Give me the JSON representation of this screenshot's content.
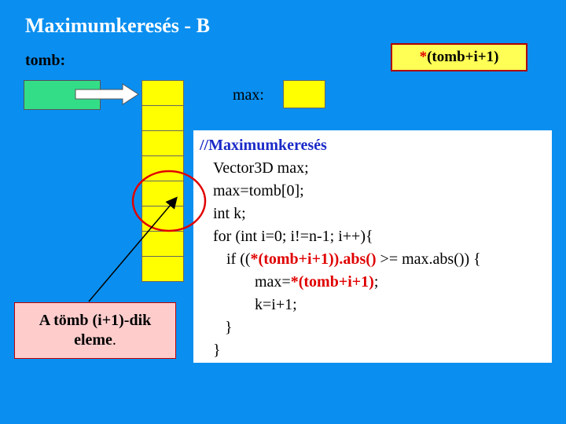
{
  "slide": {
    "title": "Maximumkeresés - B",
    "tomb_label": "tomb:",
    "max_label": "max:",
    "array_cell_count": 8,
    "expression_box": {
      "prefix": "*",
      "body": "(tomb+i+1)"
    },
    "code": {
      "comment": "//Maximumkeresés",
      "line1": "Vector3D max;",
      "line2": "max=tomb[0];",
      "line3": "int k;",
      "line4": "for (int i=0; i!=n-1; i++){",
      "line5_pre": "if ((",
      "line5_red": "*(tomb+i+1)).abs()",
      "line5_post": " >= max.abs()) {",
      "line6_pre": "max=",
      "line6_red": "*(tomb+i+1)",
      "line6_post": ";",
      "line7": "k=i+1;",
      "line8": "}",
      "line9": "}"
    },
    "note": {
      "line1": "A tömb (i+1)-dik",
      "line2_bold": "eleme",
      "line2_rest": "."
    },
    "colors": {
      "background": "#0a8ff0",
      "array_cell": "#ffff00",
      "pointer_box": "#33dd88",
      "highlight_red": "#e00000",
      "note_bg": "#ffcccc",
      "comment_blue": "#1a2ac8"
    }
  }
}
